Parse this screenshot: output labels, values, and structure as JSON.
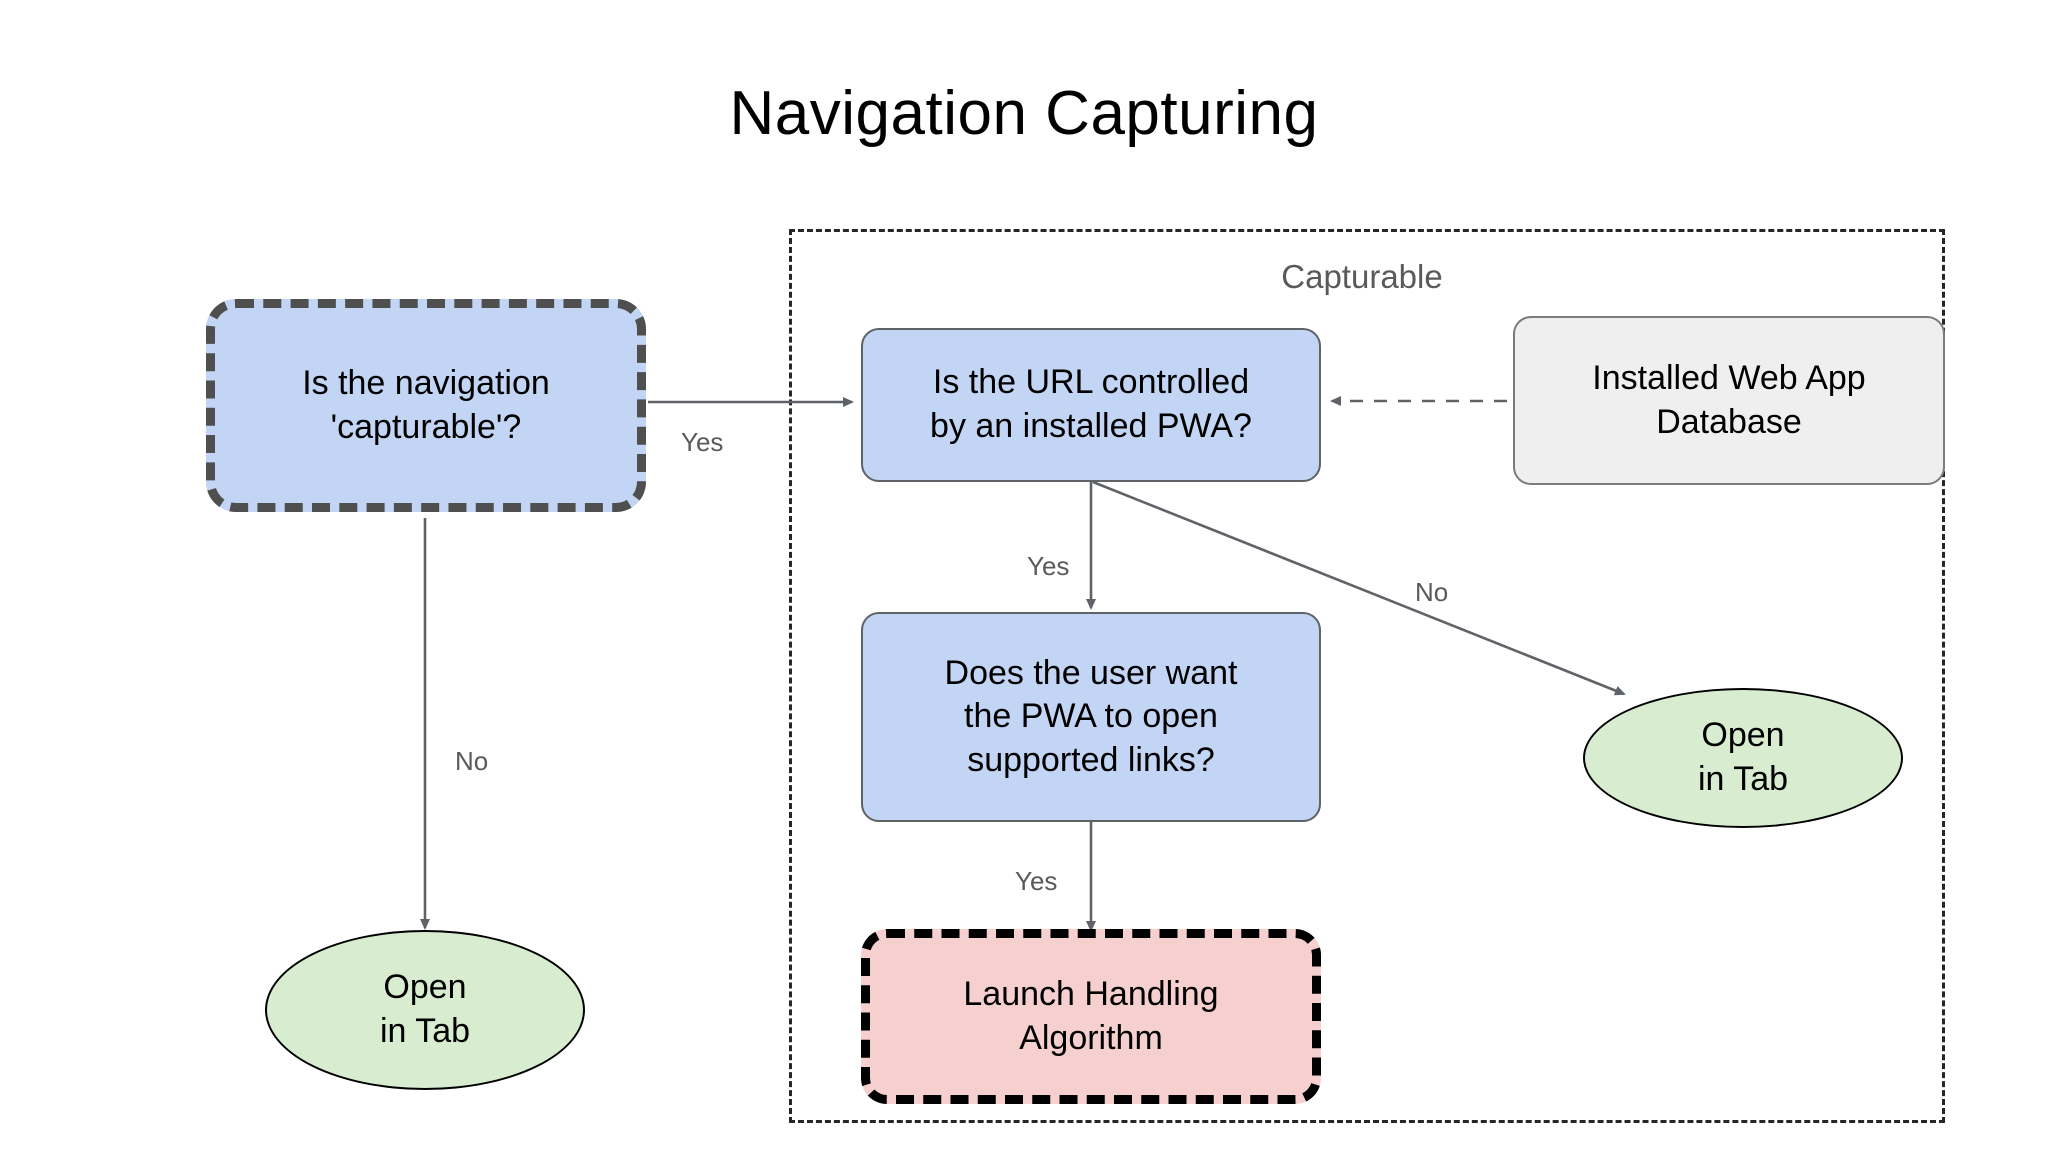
{
  "title": "Navigation Capturing",
  "group": {
    "label": "Capturable"
  },
  "nodes": {
    "is_capturable": {
      "label": "Is the navigation\n'capturable'?",
      "shape": "rounded-rect-dashed",
      "fill": "#c3d5f5",
      "stroke": "#4f4f4f"
    },
    "url_controlled": {
      "label": "Is the URL controlled\nby an installed PWA?",
      "shape": "rounded-rect",
      "fill": "#c3d5f5",
      "stroke": "#5f6368"
    },
    "web_app_db": {
      "label": "Installed Web App\nDatabase",
      "shape": "rounded-rect",
      "fill": "#efefef",
      "stroke": "#7b7b7b"
    },
    "user_wants_pwa": {
      "label": "Does the user want\nthe PWA to open\nsupported links?",
      "shape": "rounded-rect",
      "fill": "#c3d5f5",
      "stroke": "#5f6368"
    },
    "launch_handling": {
      "label": "Launch Handling\nAlgorithm",
      "shape": "rounded-rect-dashed",
      "fill": "#f6cfcf",
      "stroke": "#000000"
    },
    "open_in_tab_left": {
      "label": "Open\nin Tab",
      "shape": "ellipse",
      "fill": "#d8ecd0",
      "stroke": "#000000"
    },
    "open_in_tab_right": {
      "label": "Open\nin Tab",
      "shape": "ellipse",
      "fill": "#d8ecd0",
      "stroke": "#000000"
    }
  },
  "edges": [
    {
      "id": "capturable-yes",
      "from": "is_capturable",
      "to": "url_controlled",
      "label": "Yes",
      "style": "solid"
    },
    {
      "id": "capturable-no",
      "from": "is_capturable",
      "to": "open_in_tab_left",
      "label": "No",
      "style": "solid"
    },
    {
      "id": "db-lookup",
      "from": "web_app_db",
      "to": "url_controlled",
      "label": "",
      "style": "dashed"
    },
    {
      "id": "url-yes",
      "from": "url_controlled",
      "to": "user_wants_pwa",
      "label": "Yes",
      "style": "solid"
    },
    {
      "id": "url-no",
      "from": "url_controlled",
      "to": "open_in_tab_right",
      "label": "No",
      "style": "solid"
    },
    {
      "id": "user-yes",
      "from": "user_wants_pwa",
      "to": "launch_handling",
      "label": "Yes",
      "style": "solid"
    }
  ],
  "edge_labels": {
    "capturable_yes": "Yes",
    "capturable_no": "No",
    "url_yes": "Yes",
    "url_no": "No",
    "user_yes": "Yes"
  },
  "colors": {
    "background": "#ffffff",
    "decision_fill": "#c3d5f5",
    "data_fill": "#efefef",
    "terminal_fill": "#d8ecd0",
    "highlight_fill": "#f6cfcf",
    "edge": "#5f6368",
    "group_border": "#262626",
    "label_text": "#5a5a5a"
  }
}
